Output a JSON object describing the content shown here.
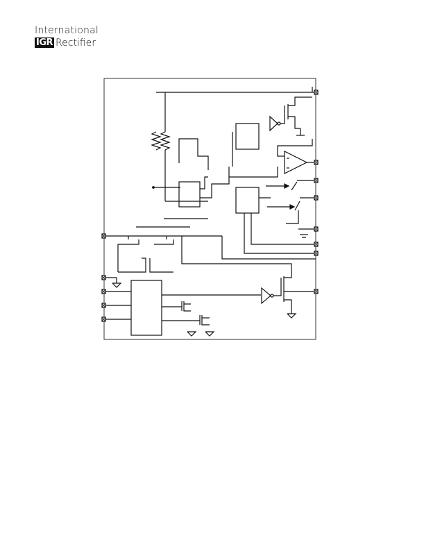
{
  "header": {
    "logo_line1": "International",
    "logo_mark": "IGR",
    "logo_line2": "Rectifier"
  },
  "diagram": {
    "kind": "block-diagram",
    "colors": {
      "line": "#111111",
      "frame": "#333333",
      "pin": "#111111"
    }
  }
}
